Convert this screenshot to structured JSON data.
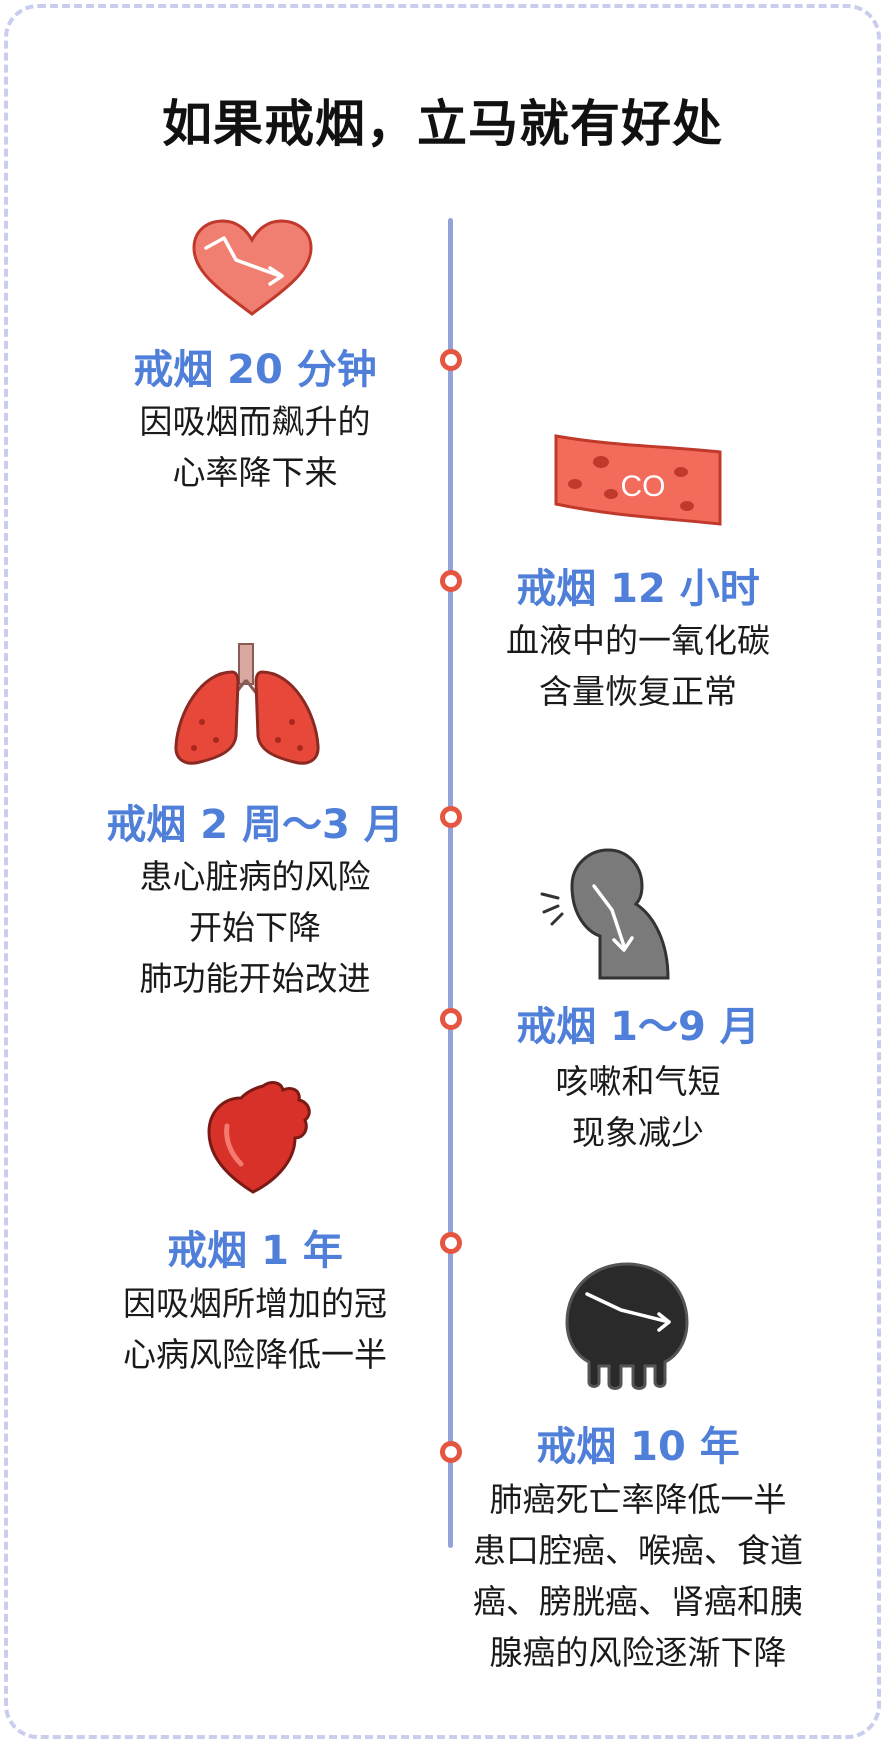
{
  "title": "如果戒烟，立马就有好处",
  "milestones": [
    {
      "heading": "戒烟 20 分钟",
      "lines": [
        "因吸烟而飙升的",
        "心率降下来"
      ],
      "icon": "heart-icon",
      "side": "left"
    },
    {
      "heading": "戒烟 12 小时",
      "lines": [
        "血液中的一氧化碳",
        "含量恢复正常"
      ],
      "icon": "blood-vessel-icon",
      "icon_label": "CO",
      "side": "right"
    },
    {
      "heading": "戒烟 2 周～3 月",
      "lines": [
        "患心脏病的风险",
        "开始下降",
        "肺功能开始改进"
      ],
      "icon": "lungs-icon",
      "side": "left"
    },
    {
      "heading": "戒烟 1～9 月",
      "lines": [
        "咳嗽和气短",
        "现象减少"
      ],
      "icon": "coughing-person-icon",
      "side": "right"
    },
    {
      "heading": "戒烟 1 年",
      "lines": [
        "因吸烟所增加的冠",
        "心病风险降低一半"
      ],
      "icon": "anatomical-heart-icon",
      "side": "left"
    },
    {
      "heading": "戒烟 10 年",
      "lines": [
        "肺癌死亡率降低一半",
        "患口腔癌、喉癌、食道",
        "癌、膀胱癌、肾癌和胰",
        "腺癌的风险逐渐下降"
      ],
      "icon": "black-lungs-icon",
      "side": "right"
    }
  ],
  "colors": {
    "accent": "#4f7fd8",
    "timeline": "#93a3d8",
    "dot": "#e55540",
    "frame": "#c9cdee"
  }
}
